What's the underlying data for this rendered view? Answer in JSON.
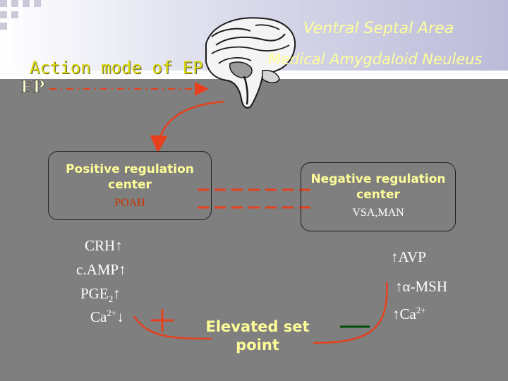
{
  "titles": {
    "ventral": "Ventral Septal Area",
    "medical": "Medical Amygdaloid Neuleus",
    "action": "Action mode of EP",
    "ep": "EP"
  },
  "positive_center": {
    "title_line1": "Positive regulation",
    "title_line2": "center",
    "sub": "POAH"
  },
  "negative_center": {
    "title_line1": "Negative regulation",
    "title_line2": "center",
    "sub": "VSA,MAN"
  },
  "left_mediators": {
    "crh": "CRH",
    "camp": "c.AMP",
    "pge_base": "PGE",
    "pge_sub": "2",
    "ca_base": "Ca",
    "ca_sup": "2+",
    "up_arrow": "↑",
    "down_arrow": "↓"
  },
  "right_mediators": {
    "avp": "AVP",
    "msh": "α-MSH",
    "ca_base": "Ca",
    "ca_sup": "2+",
    "up_arrow": "↑"
  },
  "elevated": {
    "line1": "Elevated set",
    "line2": "point"
  },
  "colors": {
    "background": "#7f7f7f",
    "accent_yellow": "#ffff99",
    "arrow_red": "#e8401c",
    "inhibit_green": "#004d00"
  }
}
